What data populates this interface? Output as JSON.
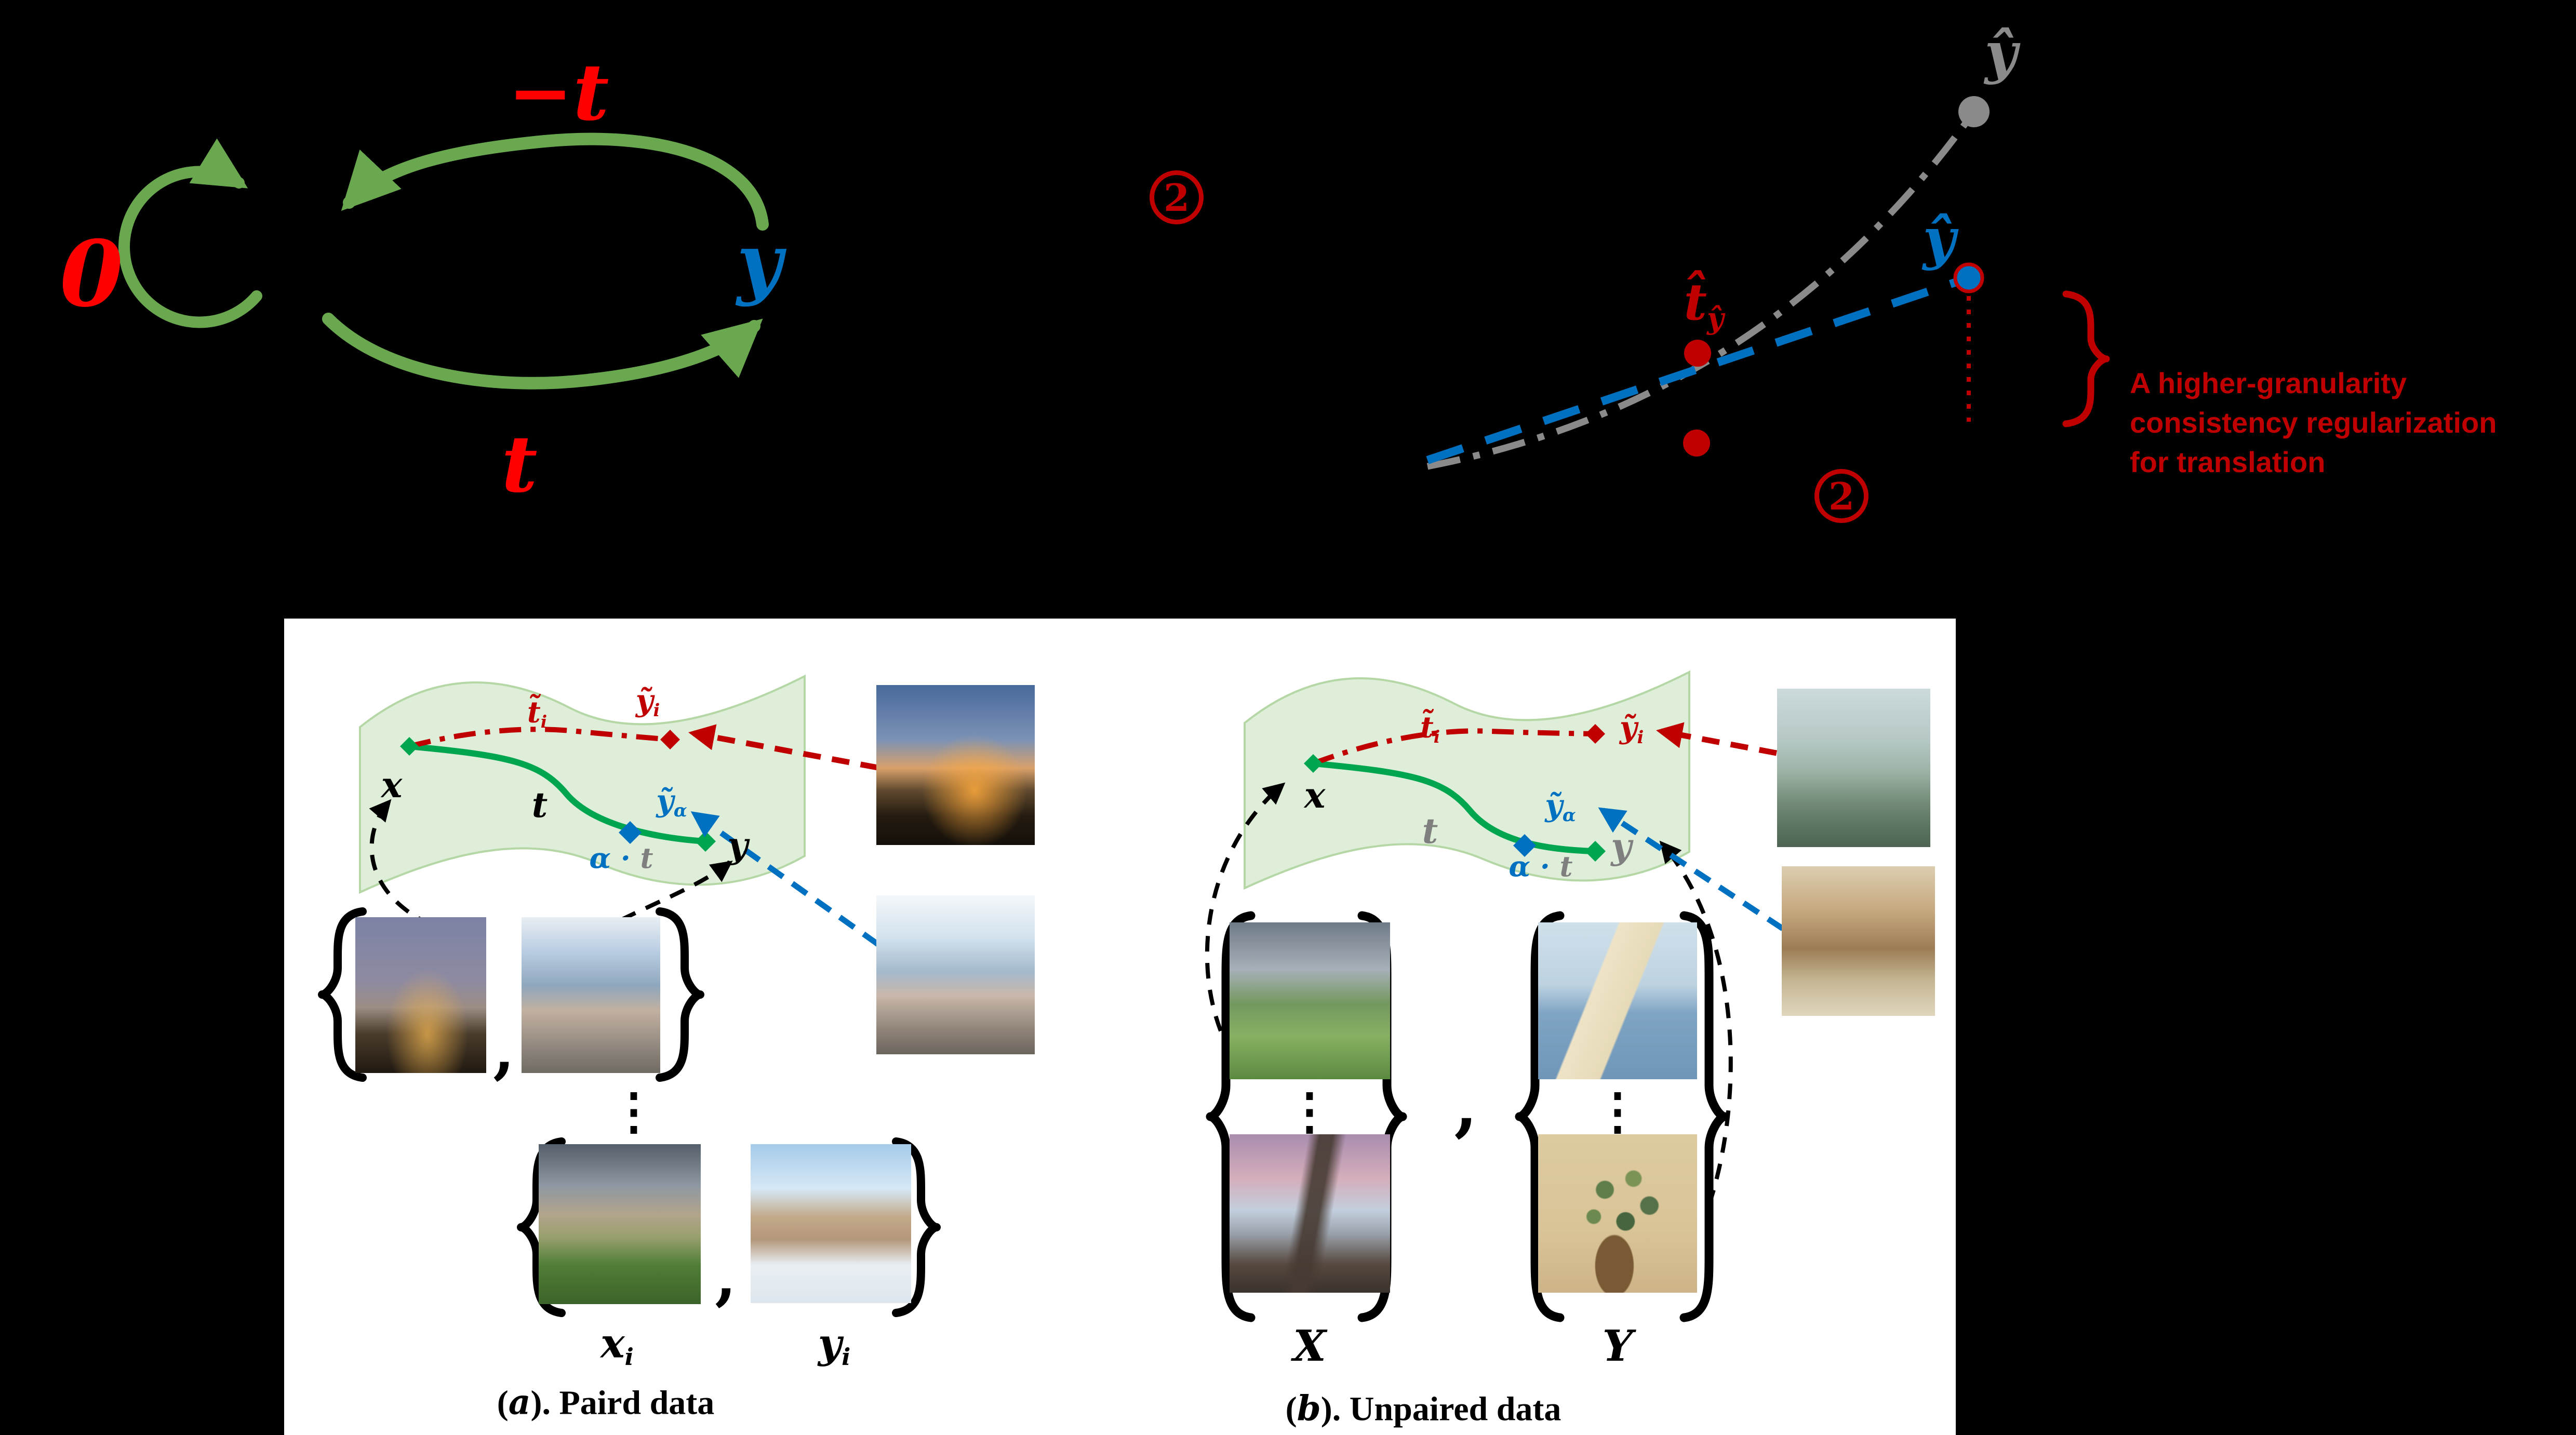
{
  "diagram": {
    "zero": "0",
    "minus_t": "−t",
    "t": "t",
    "y": "y"
  },
  "plot": {
    "step_two_left": "2",
    "step_two_right": "2",
    "y_hat_gray": "ŷ",
    "y_hat_blue": "ŷ",
    "t_hat": "t̂",
    "t_hat_sub": "ŷ",
    "annotation": {
      "line1": "A higher-granularity",
      "line2": "consistency regularization",
      "line3": "for translation"
    }
  },
  "panel_a": {
    "x": "x",
    "t": "t",
    "y": "y",
    "t_tilde": "t̃",
    "t_tilde_sub": "i",
    "y_tilde": "ỹ",
    "y_tilde_sub": "i",
    "y_alpha": "ỹ",
    "y_alpha_sub": "α",
    "alpha_dot": "α ·",
    "alpha_t": "t",
    "comma1": ",",
    "vdots": "⋮",
    "comma2": ",",
    "xi": "x",
    "xi_sub": "i",
    "yi": "y",
    "yi_sub": "i",
    "cap_pre": "(",
    "cap_letter": "a",
    "cap_post": "). Paird data"
  },
  "panel_b": {
    "x": "x",
    "t": "t",
    "y": "y",
    "t_tilde": "t̃",
    "t_tilde_sub": "i",
    "y_tilde": "ỹ",
    "y_tilde_sub": "i",
    "y_alpha": "ỹ",
    "y_alpha_sub": "α",
    "alpha_dot": "α ·",
    "alpha_t": "t",
    "comma": ",",
    "vdots_x": "⋮",
    "vdots_y": "⋮",
    "X": "X",
    "Y": "Y",
    "cap_pre": "(",
    "cap_letter": "b",
    "cap_post": "). Unpaired data"
  },
  "colors": {
    "bright_red": "#fe0000",
    "dark_red": "#c00000",
    "blue": "#0070c0",
    "gray": "#7f7f7f",
    "arrow_green": "#6aa84f",
    "curve_green": "#00a550",
    "manifold_fill": "#deeed8",
    "manifold_edge": "#b5d7a6"
  }
}
